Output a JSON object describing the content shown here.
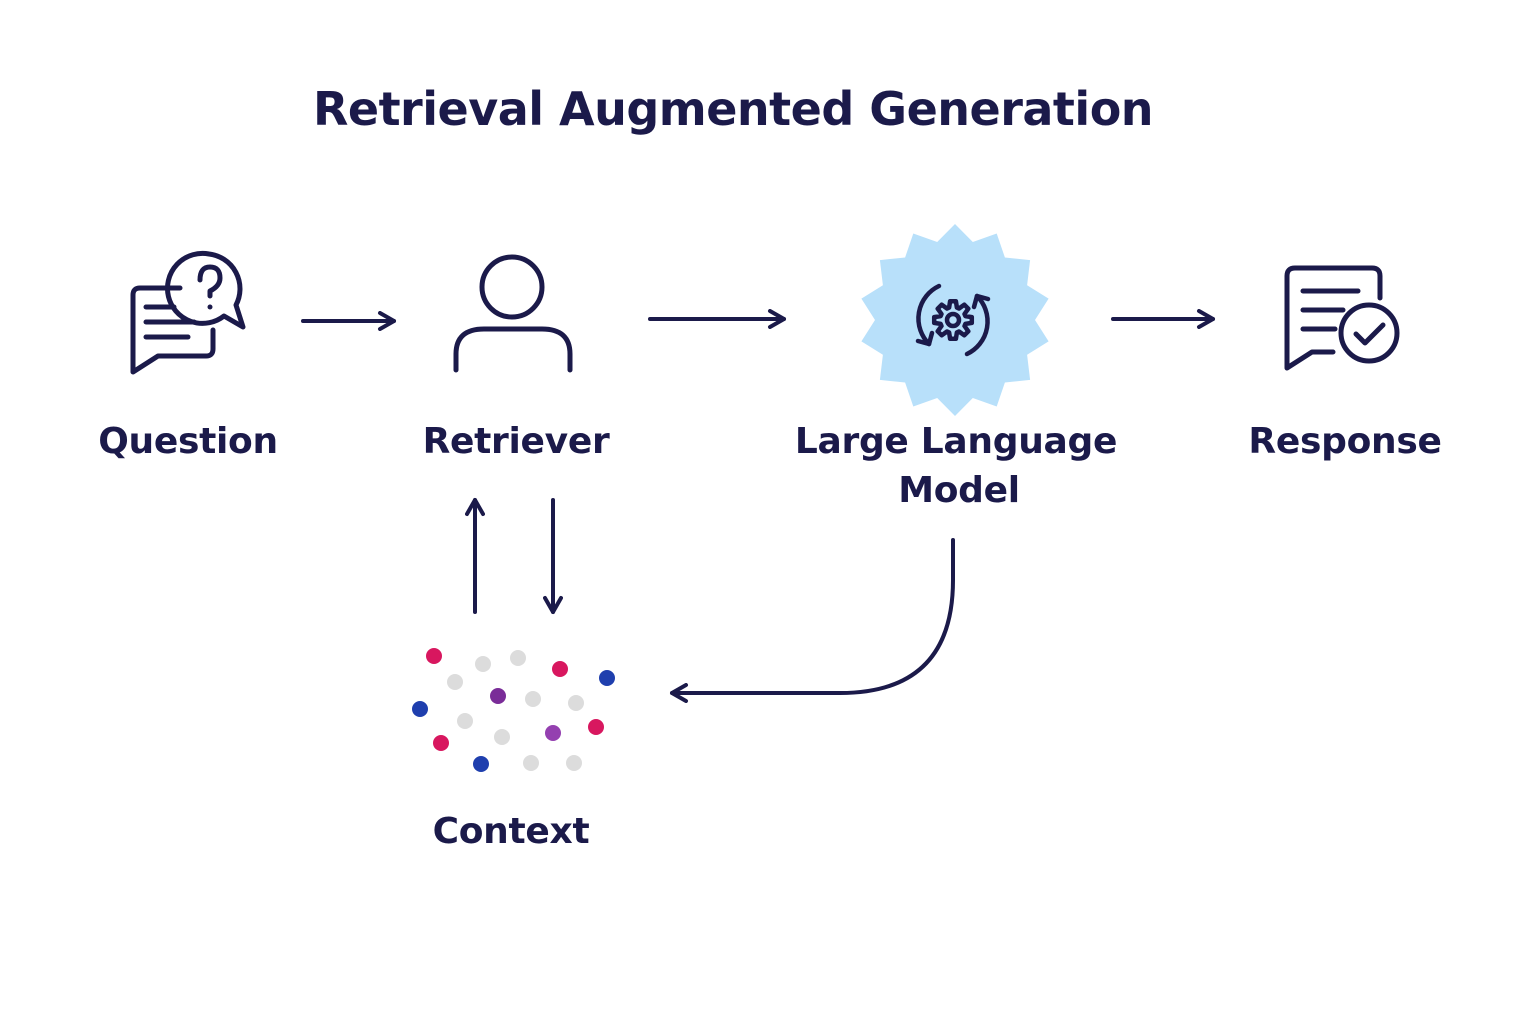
{
  "title": "Retrieval Augmented Generation",
  "nodes": {
    "question": {
      "label": "Question",
      "icon": "question-chat-icon"
    },
    "retriever": {
      "label": "Retriever",
      "icon": "person-icon"
    },
    "llm": {
      "label_line1": "Large Language",
      "label_line2": "Model",
      "icon": "gear-cycle-icon"
    },
    "response": {
      "label": "Response",
      "icon": "document-check-icon"
    },
    "context": {
      "label": "Context",
      "icon": "scattered-dots-icon"
    }
  },
  "colors": {
    "ink": "#1b1a4a",
    "llm_badge": "#b8e0fa",
    "dot_pink": "#d8175f",
    "dot_blue": "#1f3fae",
    "dot_purple": "#7a2c98",
    "dot_violet": "#9440b0",
    "dot_gray": "#dcdcdc"
  },
  "context_dots": [
    {
      "color": "dot_pink"
    },
    {
      "color": "dot_gray"
    },
    {
      "color": "dot_gray"
    },
    {
      "color": "dot_pink"
    },
    {
      "color": "dot_blue"
    },
    {
      "color": "dot_gray"
    },
    {
      "color": "dot_purple"
    },
    {
      "color": "dot_gray"
    },
    {
      "color": "dot_gray"
    },
    {
      "color": "dot_blue"
    },
    {
      "color": "dot_gray"
    },
    {
      "color": "dot_gray"
    },
    {
      "color": "dot_violet"
    },
    {
      "color": "dot_pink"
    },
    {
      "color": "dot_pink"
    },
    {
      "color": "dot_blue"
    },
    {
      "color": "dot_gray"
    },
    {
      "color": "dot_gray"
    }
  ]
}
